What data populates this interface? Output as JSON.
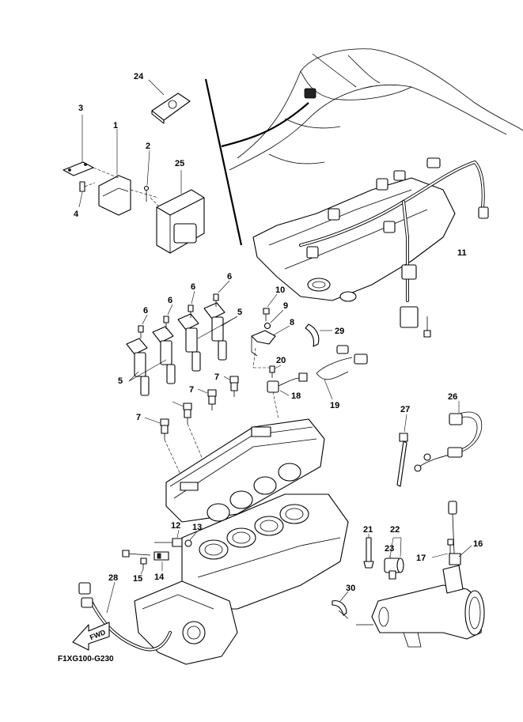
{
  "diagram": {
    "drawing_code": "F1XG100-G230",
    "fwd_label": "FWD",
    "callouts": [
      "24",
      "3",
      "1",
      "2",
      "25",
      "4",
      "11",
      "6",
      "6",
      "6",
      "6",
      "10",
      "9",
      "5",
      "8",
      "29",
      "5",
      "20",
      "7",
      "7",
      "18",
      "19",
      "7",
      "26",
      "27",
      "12",
      "13",
      "21",
      "22",
      "23",
      "17",
      "16",
      "14",
      "15",
      "28",
      "30"
    ]
  }
}
